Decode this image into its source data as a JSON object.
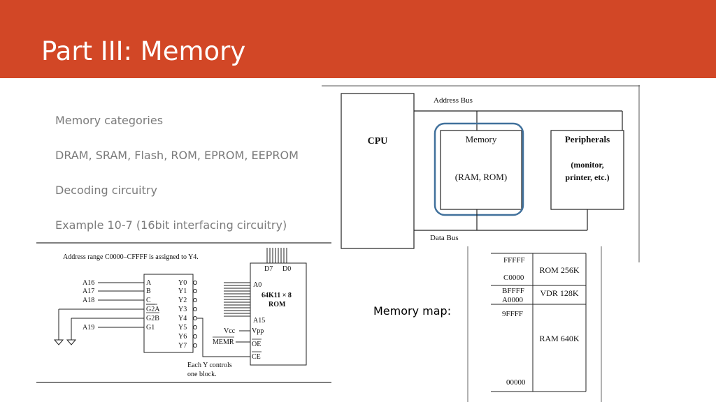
{
  "slide": {
    "title": "Part III: Memory",
    "bullets": [
      "Memory categories",
      "DRAM, SRAM, Flash, ROM, EPROM, EEPROM",
      "Decoding circuitry",
      "Example 10-7 (16bit interfacing circuitry)"
    ],
    "memory_map_label": "Memory map:"
  },
  "colors": {
    "banner": "#d24726",
    "highlight": "#41719c"
  },
  "block_diagram": {
    "address_bus": "Address Bus",
    "data_bus": "Data Bus",
    "cpu": "CPU",
    "memory_title": "Memory",
    "memory_sub": "(RAM, ROM)",
    "peripherals_title": "Peripherals",
    "peripherals_sub1": "(monitor,",
    "peripherals_sub2": "printer, etc.)"
  },
  "decoder": {
    "caption": "Address range C0000–CFFFF is assigned to Y4.",
    "inputs": [
      "A16",
      "A17",
      "A18",
      "A19"
    ],
    "pins_left": [
      "A",
      "B",
      "C",
      "G2A",
      "G2B",
      "G1"
    ],
    "outputs": [
      "Y0",
      "Y1",
      "Y2",
      "Y3",
      "Y4",
      "Y5",
      "Y6",
      "Y7"
    ],
    "rom_label1": "64K11 × 8",
    "rom_label2": "ROM",
    "d7": "D7",
    "d0": "D0",
    "a0": "A0",
    "a15": "A15",
    "vcc": "Vcc",
    "vpp": "Vpp",
    "memr": "MEMR",
    "oe": "OE",
    "ce": "CE",
    "note1": "Each Y controls",
    "note2": "one block."
  },
  "memory_map": {
    "addr_ffff": "FFFFF",
    "addr_c0000": "C0000",
    "addr_bffff": "BFFFF",
    "addr_a0000": "A0000",
    "addr_9ffff": "9FFFF",
    "addr_00000": "00000",
    "rom": "ROM 256K",
    "vdr": "VDR 128K",
    "ram": "RAM 640K"
  }
}
